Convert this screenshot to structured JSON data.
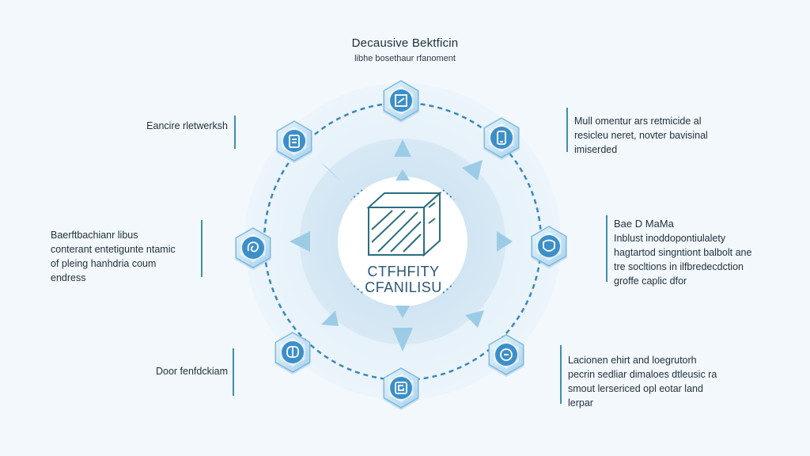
{
  "header": {
    "title": "Decausive Bektficin",
    "subtitle": "libhe bosethaur rfanoment"
  },
  "center": {
    "label_line1": "CTFHFITY",
    "label_line2": "CFANILISU",
    "icon": "cube-icon"
  },
  "nodes": [
    {
      "id": "top",
      "icon": "document-icon"
    },
    {
      "id": "top-right",
      "icon": "phone-icon"
    },
    {
      "id": "right",
      "icon": "shield-icon"
    },
    {
      "id": "bottom-right",
      "icon": "badge-icon"
    },
    {
      "id": "bottom",
      "icon": "square-g-icon"
    },
    {
      "id": "bottom-left",
      "icon": "brain-icon"
    },
    {
      "id": "left",
      "icon": "swirl-icon"
    },
    {
      "id": "top-left",
      "icon": "clipboard-icon"
    }
  ],
  "annotations": {
    "left_top": {
      "lines": [
        "Eancire rletwerksh"
      ]
    },
    "left_mid": {
      "lines": [
        "Baerftbachianr libus",
        "conterant entetigunte ntamic",
        "of pleing hanhdria coum",
        "endress"
      ]
    },
    "left_bottom": {
      "lines": [
        "Door fenfdckiam"
      ]
    },
    "right_top": {
      "lines": [
        "Mull omentur ars retmicide al",
        "resicleu neret, novter bavisinal",
        "imiserded"
      ]
    },
    "right_mid": {
      "heading": "Bae D MaMa",
      "lines": [
        "Inblust inoddopontiulalety",
        "hagtartod singntiont balbolt ane",
        "tre socltions in ilfbredecdction",
        "groffe caplic dfor"
      ]
    },
    "right_bottom": {
      "lines": [
        "Lacionen ehirt and loegrutorh",
        "pecrin sedliar dimaloes dtleusic ra",
        "smout lersericed opl eotar land",
        "lerpar"
      ]
    }
  },
  "colors": {
    "background": "#f2f8fc",
    "outer_ring": "#e3eff8",
    "mid_ring": "#d3e6f3",
    "center_disk": "#ffffff",
    "node_fill": "#d6ebf7",
    "node_inner": "#3c8fc8",
    "dashes": "#3a88b8",
    "arrow": "#9ccbe6",
    "annotation_bar": "#3f8fa9",
    "cube_stroke": "#2a6e7f"
  }
}
